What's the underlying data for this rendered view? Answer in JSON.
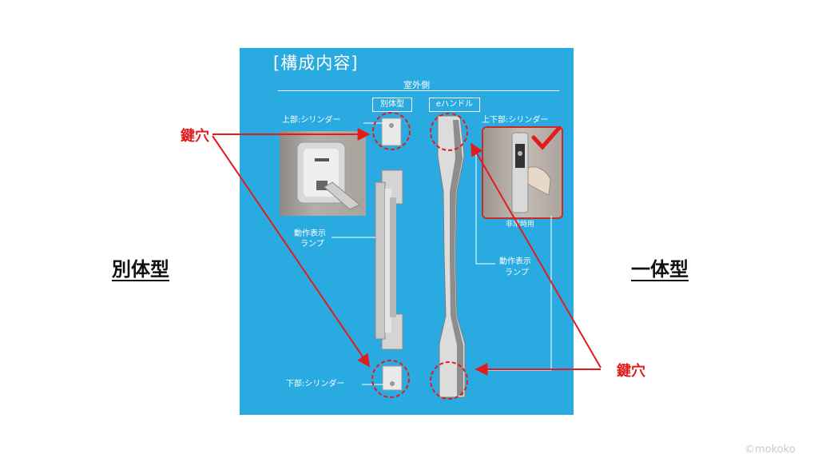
{
  "panel": {
    "title": "[構成内容]",
    "subheading": "室外側",
    "tags": {
      "separate": "別体型",
      "ehandle": "eハンドル"
    },
    "labels": {
      "upper_cylinder": "上部:シリンダー",
      "upper_lower_cylinder": "上下部:シリンダー",
      "lower_cylinder": "下部:シリンダー",
      "lamp_left_line1": "動作表示",
      "lamp_left_line2": "ランプ",
      "lamp_right_line1": "動作表示",
      "lamp_right_line2": "ランプ",
      "emergency": "非常時用"
    },
    "color": "#29abe2"
  },
  "annotations": {
    "left_type": "別体型",
    "right_type": "一体型",
    "keyhole_left": "鍵穴",
    "keyhole_right": "鍵穴",
    "accent_color": "#e21b1b"
  },
  "watermark": "©mokoko"
}
